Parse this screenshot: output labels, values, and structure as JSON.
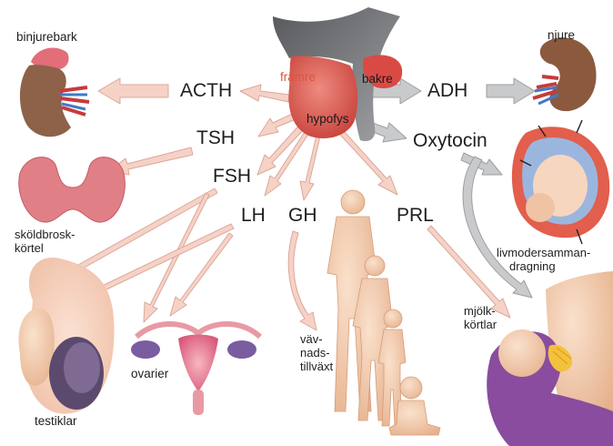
{
  "hypophysis": {
    "label": "hypofys",
    "anterior_label": "främre",
    "posterior_label": "bakre"
  },
  "hormones": {
    "acth": "ACTH",
    "tsh": "TSH",
    "fsh": "FSH",
    "lh": "LH",
    "gh": "GH",
    "prl": "PRL",
    "adh": "ADH",
    "oxytocin": "Oxytocin"
  },
  "targets": {
    "adrenal_cortex": "binjurebark",
    "kidney": "njure",
    "thyroid": [
      "sköldbrosk-",
      "körtel"
    ],
    "testes": "testiklar",
    "ovaries": "ovarier",
    "tissue_growth": [
      "väv-",
      "nads-",
      "tillväxt"
    ],
    "uterus_contraction": [
      "livmodersamman-",
      "dragning"
    ],
    "mammary_glands": [
      "mjölk-",
      "körtlar"
    ]
  },
  "colors": {
    "arrow_fill": "#f6d2c6",
    "arrow_stroke": "#dba89a",
    "gray_arrow_fill": "#c9cacc",
    "gray_arrow_stroke": "#9d9ea2",
    "hypophysis_red": "#d8554c",
    "brain_gray": "#7b7d80",
    "thyroid_pink": "#e5868e",
    "kidney_brown": "#8a5a3e",
    "skin": "#f2c9a8",
    "purple_cloth": "#8a4c9e"
  }
}
